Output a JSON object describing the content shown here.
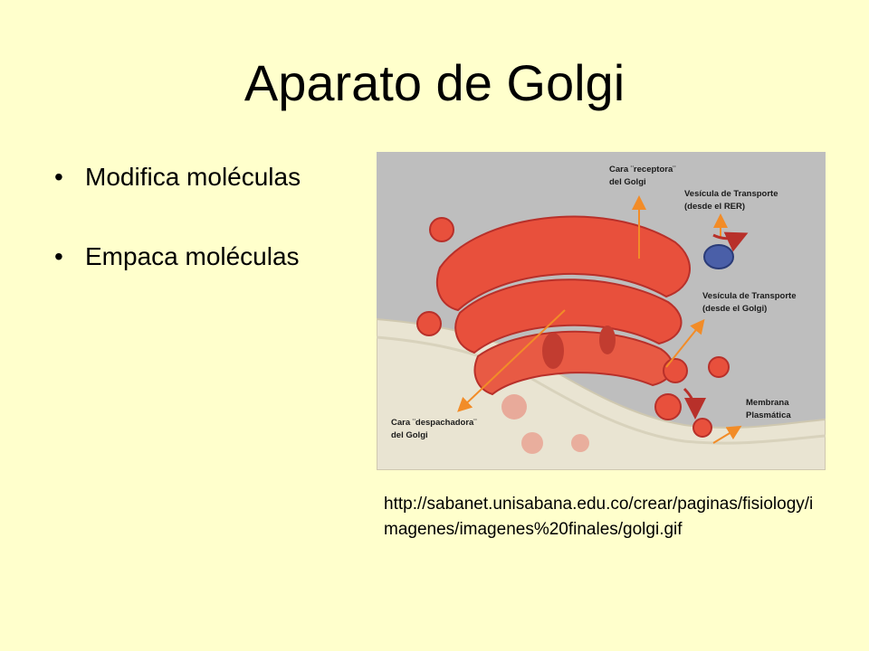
{
  "slide": {
    "title": "Aparato de Golgi",
    "bullets": [
      {
        "marker": "•",
        "text": "Modifica moléculas"
      },
      {
        "marker": "•",
        "text": "Empaca moléculas"
      }
    ],
    "figure": {
      "labels": {
        "receptora_line1": "Cara ¨receptora¨",
        "receptora_line2": "del Golgi",
        "rer_line1": "Vesícula de Transporte",
        "rer_line2": "(desde el RER)",
        "golgi_line1": "Vesícula de Transporte",
        "golgi_line2": "(desde el Golgi)",
        "membrana_line1": "Membrana",
        "membrana_line2": "Plasmática",
        "despachadora_line1": "Cara ¨despachadora¨",
        "despachadora_line2": "del Golgi"
      },
      "colors": {
        "background": "#BEBEBE",
        "organelle": "#E8503C",
        "organelle_dark": "#B8302A",
        "arrow": "#F28C28",
        "vesicle_blue": "#4A5FA8",
        "membrane": "#E9E4D2"
      }
    },
    "caption": "http://sabanet.unisabana.edu.co/crear/paginas/fisiology/imagenes/imagenes%20finales/golgi.gif"
  }
}
